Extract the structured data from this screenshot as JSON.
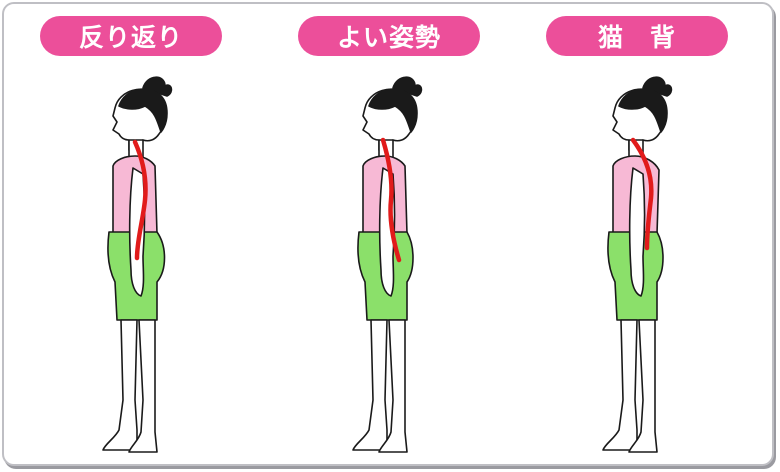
{
  "labels": [
    {
      "text": "反り返り",
      "color": "#ec4f9a"
    },
    {
      "text": "よい姿勢",
      "color": "#ec4f9a"
    },
    {
      "text": "猫　背",
      "color": "#ec4f9a"
    }
  ],
  "colors": {
    "shirt": "#f7b9d5",
    "shorts": "#8be06a",
    "skin": "#ffffff",
    "hair": "#1a1a1a",
    "spine": "#e11b1b",
    "frame": "#bfbfc4"
  }
}
